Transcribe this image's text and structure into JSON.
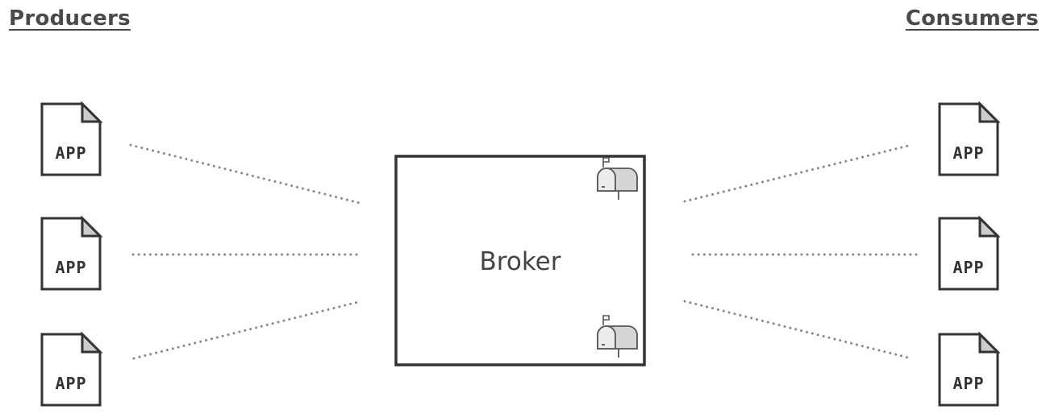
{
  "headings": {
    "producers": "Producers",
    "consumers": "Consumers"
  },
  "broker": {
    "label": "Broker",
    "icons": [
      "mailbox-icon",
      "mailbox-icon"
    ]
  },
  "producers": [
    {
      "label": "APP",
      "icon": "document-icon"
    },
    {
      "label": "APP",
      "icon": "document-icon"
    },
    {
      "label": "APP",
      "icon": "document-icon"
    }
  ],
  "consumers": [
    {
      "label": "APP",
      "icon": "document-icon"
    },
    {
      "label": "APP",
      "icon": "document-icon"
    },
    {
      "label": "APP",
      "icon": "document-icon"
    }
  ],
  "colors": {
    "stroke": "#333333",
    "dots": "#888888",
    "mailbox_fill": "#d0d0d0",
    "dogear_fill": "#cccccc"
  }
}
